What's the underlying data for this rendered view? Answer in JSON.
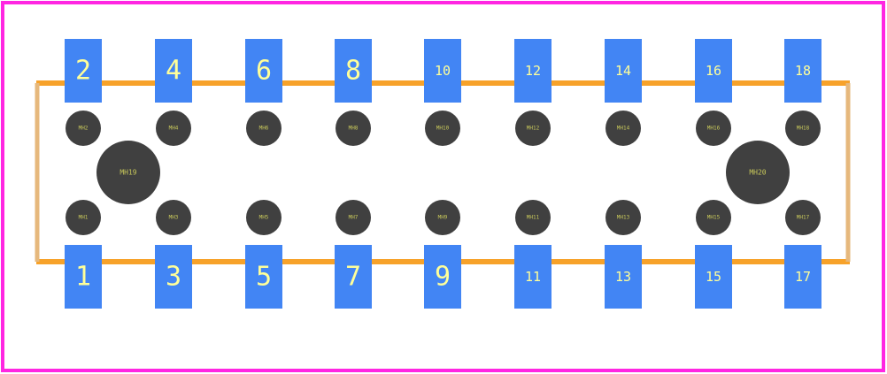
{
  "colors": {
    "background": "#ffffff",
    "courtyard": "#ff26e2",
    "silkscreen": "#f7a22a",
    "silkscreen_edge": "#e6b87c",
    "pad": "#4285f4",
    "hole": "#404040",
    "pad_label": "#ffff99",
    "hole_label": "#c8c85a"
  },
  "pads_top": [
    "2",
    "4",
    "6",
    "8",
    "10",
    "12",
    "14",
    "16",
    "18"
  ],
  "pads_bottom": [
    "1",
    "3",
    "5",
    "7",
    "9",
    "11",
    "13",
    "15",
    "17"
  ],
  "holes_top": [
    "MH2",
    "MH4",
    "MH6",
    "MH8",
    "MH10",
    "MH12",
    "MH14",
    "MH16",
    "MH18"
  ],
  "holes_bottom": [
    "MH1",
    "MH3",
    "MH5",
    "MH7",
    "MH9",
    "MH11",
    "MH13",
    "MH15",
    "MH17"
  ],
  "mount_holes": [
    "MH19",
    "MH20"
  ]
}
